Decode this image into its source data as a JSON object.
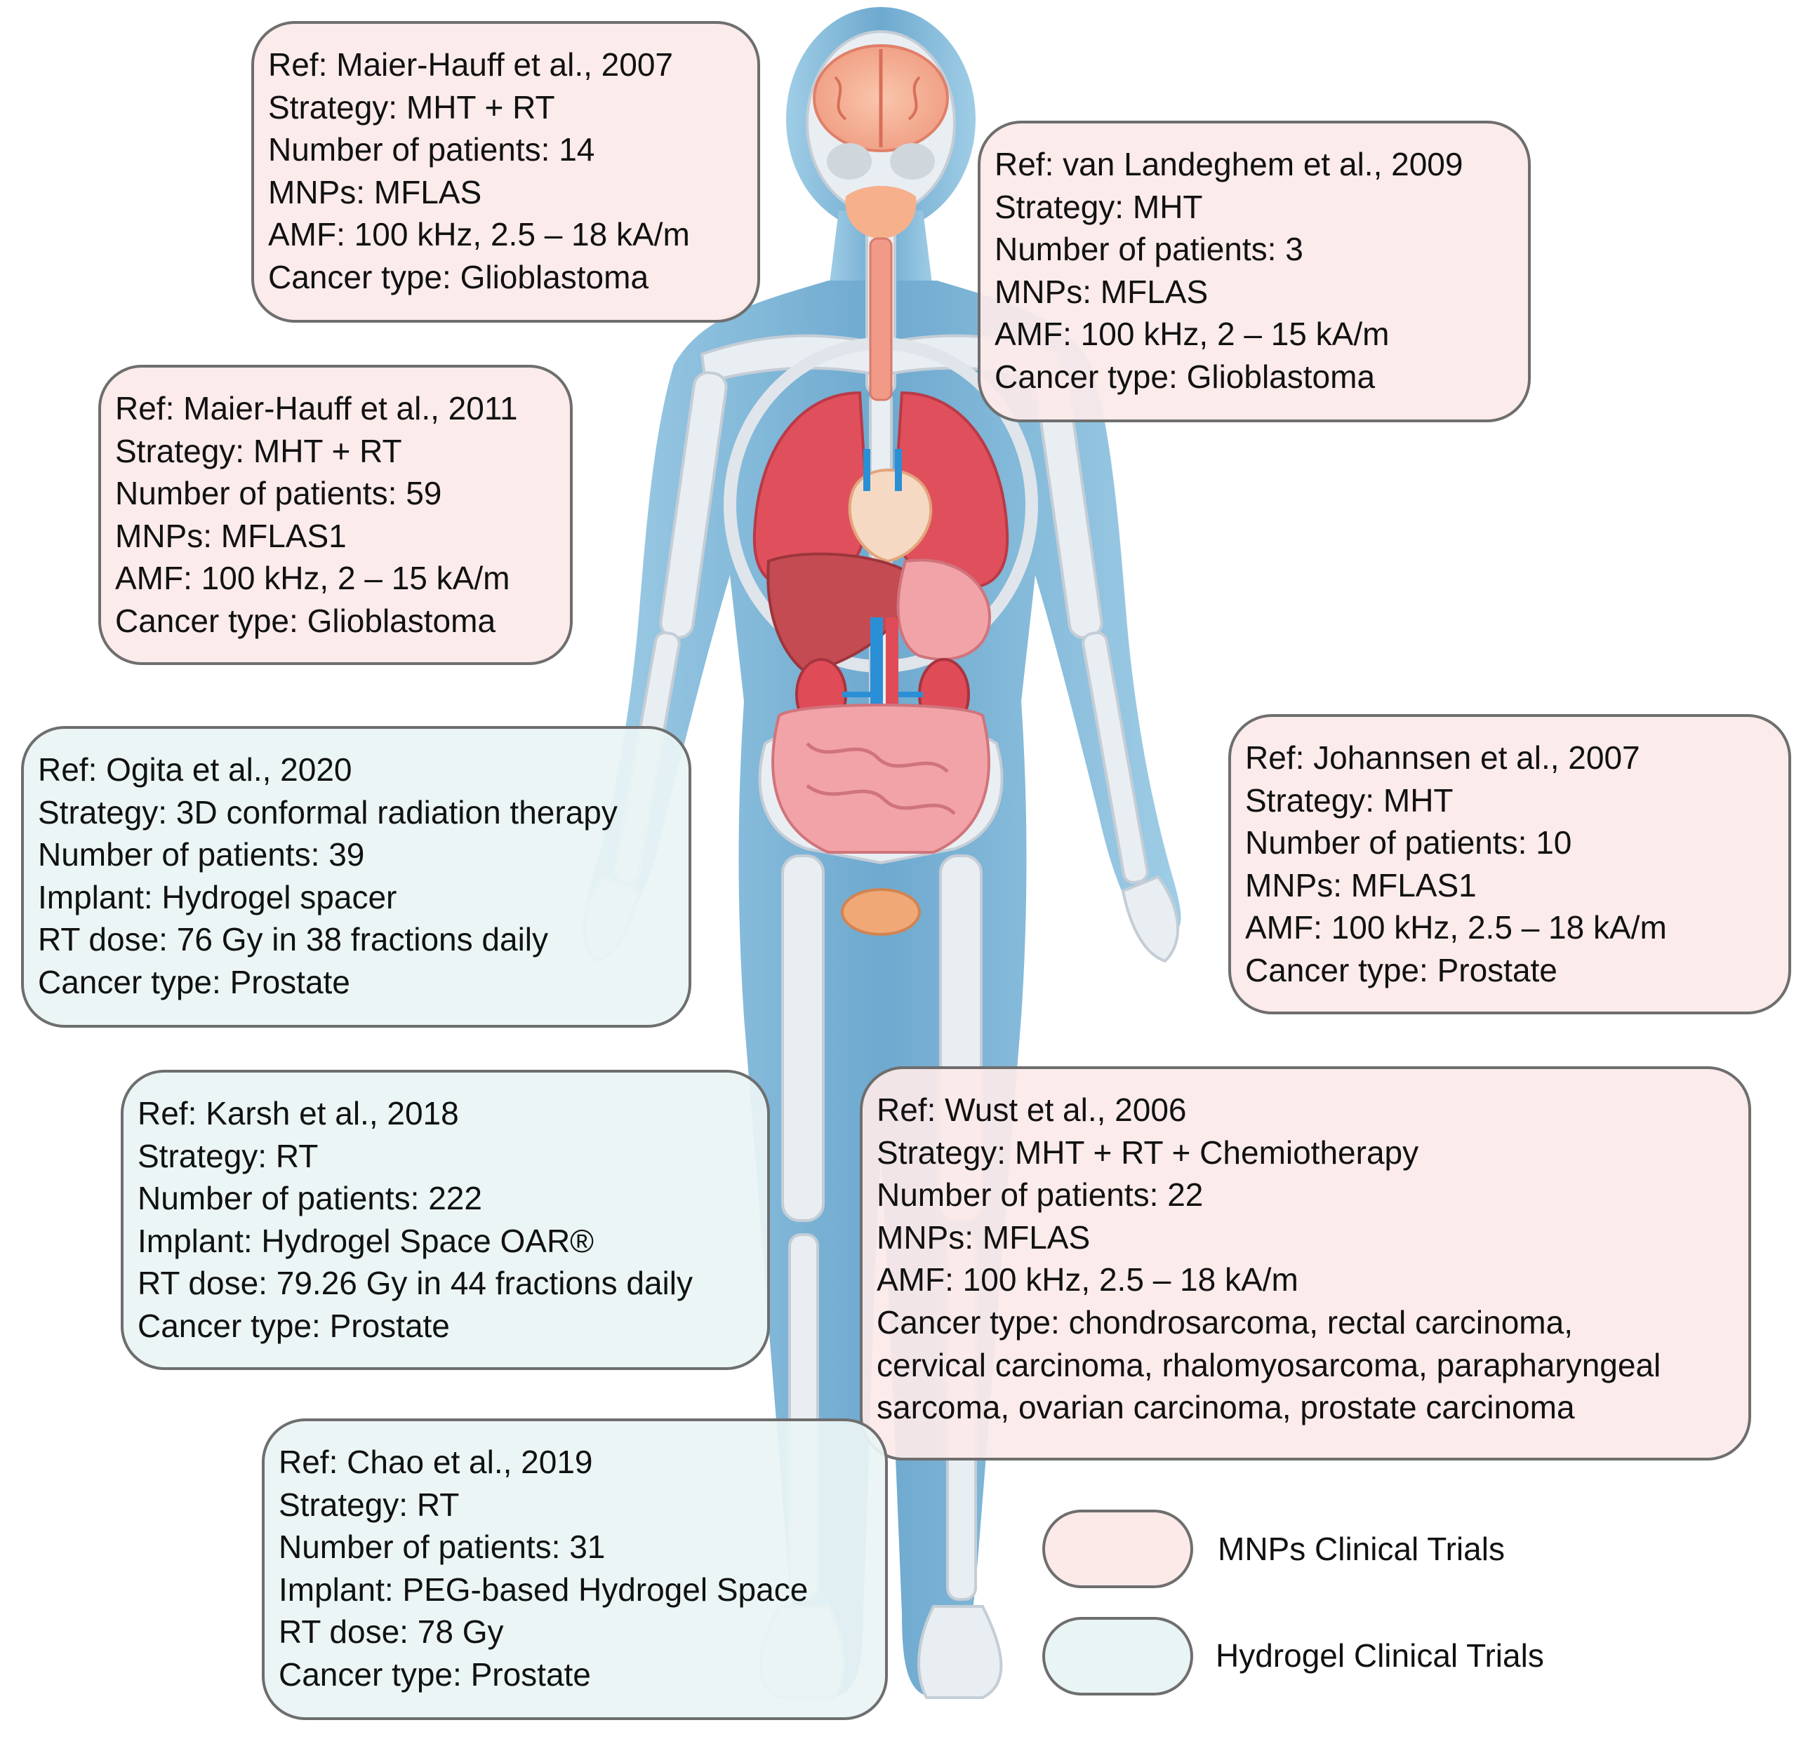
{
  "colors": {
    "mnp_fill": "#fceae9",
    "hydrogel_fill": "#e9f4f5",
    "border": "#6e6e6e",
    "silhouette": "#7db7d6",
    "bone": "#e9eef2",
    "organ_red": "#e0505c",
    "organ_pink": "#f2a3a8",
    "vessel_blue": "#2b8fd6"
  },
  "trials": [
    {
      "category": "mnp",
      "lines": [
        "Ref: Maier-Hauff et al., 2007",
        "Strategy: MHT + RT",
        "Number of patients: 14",
        "MNPs: MFLAS",
        "AMF: 100 kHz, 2.5 – 18 kA/m",
        "Cancer type: Glioblastoma"
      ]
    },
    {
      "category": "mnp",
      "lines": [
        "Ref: van Landeghem et al., 2009",
        "Strategy: MHT",
        "Number of patients: 3",
        "MNPs: MFLAS",
        "AMF: 100 kHz, 2 – 15 kA/m",
        "Cancer type: Glioblastoma"
      ]
    },
    {
      "category": "mnp",
      "lines": [
        "Ref: Maier-Hauff et al., 2011",
        "Strategy: MHT + RT",
        "Number of patients: 59",
        "MNPs: MFLAS1",
        "AMF: 100 kHz, 2 – 15 kA/m",
        "Cancer type: Glioblastoma"
      ]
    },
    {
      "category": "hydrogel",
      "lines": [
        "Ref: Ogita et al., 2020",
        "Strategy: 3D conformal radiation therapy",
        "Number of patients: 39",
        "Implant: Hydrogel spacer",
        "RT dose: 76 Gy in 38 fractions daily",
        "Cancer type: Prostate"
      ]
    },
    {
      "category": "mnp",
      "lines": [
        "Ref: Johannsen et al., 2007",
        "Strategy: MHT",
        "Number of patients: 10",
        "MNPs: MFLAS1",
        "AMF: 100 kHz, 2.5 – 18 kA/m",
        "Cancer type: Prostate"
      ]
    },
    {
      "category": "hydrogel",
      "lines": [
        "Ref: Karsh et al., 2018",
        "Strategy: RT",
        "Number of patients: 222",
        "Implant: Hydrogel Space OAR®",
        "RT dose: 79.26 Gy in 44 fractions daily",
        "Cancer type: Prostate"
      ]
    },
    {
      "category": "mnp",
      "lines": [
        "Ref: Wust et al., 2006",
        "Strategy: MHT + RT + Chemiotherapy",
        "Number of patients: 22",
        "MNPs: MFLAS",
        "AMF: 100 kHz, 2.5 – 18 kA/m",
        "Cancer type: chondrosarcoma, rectal carcinoma,",
        "cervical carcinoma, rhalomyosarcoma, parapharyngeal",
        "sarcoma, ovarian carcinoma, prostate carcinoma"
      ]
    },
    {
      "category": "hydrogel",
      "lines": [
        "Ref: Chao et al., 2019",
        "Strategy: RT",
        "Number of patients: 31",
        "Implant: PEG-based Hydrogel Space",
        "RT dose: 78 Gy",
        "Cancer type: Prostate"
      ]
    }
  ],
  "legend": [
    {
      "category": "mnp",
      "label": "MNPs Clinical Trials"
    },
    {
      "category": "hydrogel",
      "label": "Hydrogel Clinical Trials"
    }
  ]
}
